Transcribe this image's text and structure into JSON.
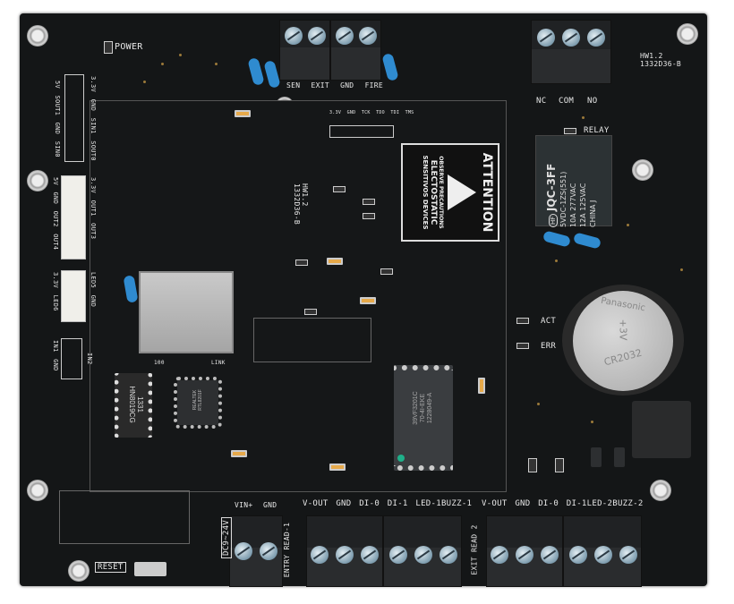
{
  "power_led_label": "POWER",
  "top_terminals": {
    "labels": [
      "SEN",
      "EXIT",
      "GND",
      "FIRE"
    ]
  },
  "relay_terminal": {
    "labels": [
      "NC",
      "COM",
      "NO"
    ]
  },
  "board_version": {
    "hw": "HW1.2",
    "part": "1332D36-B"
  },
  "daughter_version": {
    "hw": "HW1.2",
    "part": "1332D36-B"
  },
  "relay": {
    "led_label": "RELAY",
    "brand": "HF",
    "model": "JQC-3FF",
    "lines": [
      "5VDC-1ZS(551)",
      "10A 277VAC",
      "12A 125VAC",
      "CHINA J"
    ]
  },
  "esd_warning": {
    "title": "ATTENTION",
    "lines": [
      "OBSERVE PRECAUTIONS",
      "ELECTOSTATIC",
      "SENSITIVOS DEVICES"
    ]
  },
  "left_header_1": {
    "left": [
      "5V",
      "SOUT1",
      "GND",
      "SIN0"
    ],
    "right": [
      "3.3V",
      "GND",
      "SIN1",
      "SOUT0"
    ]
  },
  "left_conn_2": {
    "left": [
      "5V",
      "GND",
      "OUT2",
      "OUT4"
    ],
    "right": [
      "3.3V",
      "OUT1",
      "OUT3"
    ]
  },
  "left_conn_3": {
    "left": [
      "3.3V",
      "LED6"
    ],
    "right": [
      "LED5",
      "GND"
    ]
  },
  "left_header_4": {
    "left": [
      "IN1",
      "GND"
    ],
    "right": [
      "IN2"
    ]
  },
  "jtag_labels": [
    "3.3V",
    "GND",
    "TCK",
    "TDO",
    "TDI",
    "TMS"
  ],
  "status_leds": [
    "ACT",
    "ERR"
  ],
  "battery": {
    "brand": "Panasonic",
    "model": "CR2032",
    "polarity": "+3V"
  },
  "transformer": {
    "lines": [
      "1331",
      "HN8019CG"
    ]
  },
  "eth_chip": {
    "lines": [
      "REALTEK",
      "RTL8201F"
    ]
  },
  "sram": {
    "lines": [
      "39VF3201C",
      "70-4I-EKE",
      "1228049-A"
    ]
  },
  "eth_labels": [
    "100",
    "LINK"
  ],
  "power_input": {
    "labels": [
      "VIN+",
      "GND"
    ],
    "spec": "DC9~24V"
  },
  "reader_1": {
    "name": "ENTRY READ-1",
    "labels": [
      "V-OUT",
      "GND",
      "DI-0",
      "DI-1",
      "LED-1",
      "BUZZ-1"
    ]
  },
  "reader_2": {
    "name": "EXIT READ 2",
    "labels": [
      "V-OUT",
      "GND",
      "DI-0",
      "DI-1",
      "LED-2",
      "BUZZ-2"
    ]
  },
  "reset_label": "RESET"
}
